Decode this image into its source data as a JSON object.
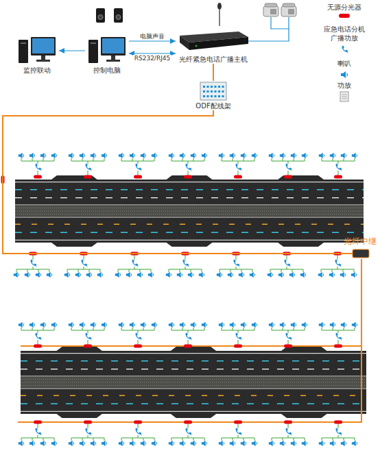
{
  "diagram": {
    "nodes": [
      {
        "text": [
          "监控联动"
        ]
      },
      {
        "text": [
          "控制电脑"
        ]
      },
      {
        "text": [
          "光纤紧急电话广播主机"
        ]
      },
      {
        "text": [
          "ODF配线架"
        ]
      },
      {
        "text": [
          "光纤中继"
        ]
      }
    ],
    "edges": [
      {
        "from": 1,
        "to": 0,
        "arrow": "to"
      },
      {
        "from": 1,
        "to": 2,
        "label": "电脑声音",
        "arrow": "to"
      },
      {
        "from": 1,
        "to": 2,
        "label": "RS232/RJ45",
        "arrow": "both"
      },
      {
        "from": 2,
        "to": 3,
        "arrow": "none"
      },
      {
        "from": 3,
        "to": 4,
        "arrow": "none"
      }
    ],
    "legend": [
      {
        "text": "无源分光器",
        "color": "#e60012"
      },
      {
        "text": "应急电话分机 广播功放"
      },
      {
        "text": "喇叭"
      },
      {
        "text": "功放"
      }
    ]
  }
}
